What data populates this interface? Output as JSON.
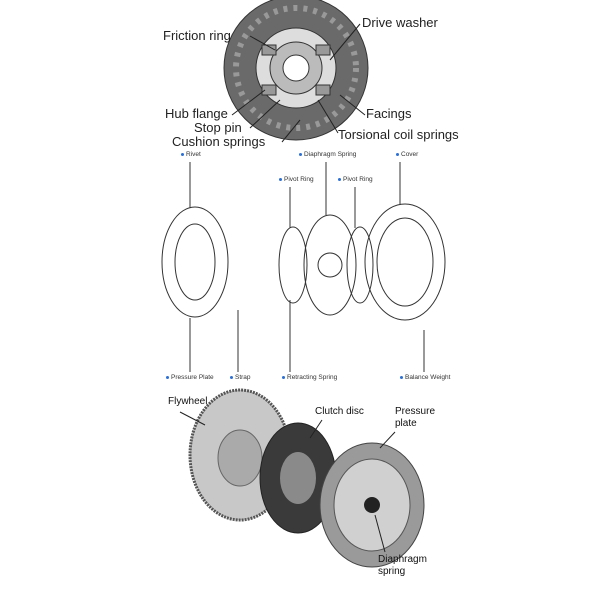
{
  "top_disc": {
    "labels": {
      "friction_ring": "Friction ring",
      "drive_washer": "Drive washer",
      "hub_flange": "Hub flange",
      "stop_pin": "Stop pin",
      "cushion_springs": "Cushion springs",
      "facings": "Facings",
      "torsional_coil_springs": "Torsional coil springs"
    }
  },
  "exploded": {
    "labels": {
      "rivet": "Rivet",
      "diaphragm_spring": "Diaphragm Spring",
      "cover": "Cover",
      "pivot_ring_1": "Pivot Ring",
      "pivot_ring_2": "Pivot Ring",
      "pressure_plate": "Pressure Plate",
      "strap": "Strap",
      "retracting_spring": "Retracting Spring",
      "balance_weight": "Balance Weight"
    },
    "dot_color": "#2a6fd6"
  },
  "assembly": {
    "labels": {
      "flywheel": "Flywheel",
      "clutch_disc": "Clutch disc",
      "pressure_plate_1": "Pressure",
      "pressure_plate_2": "plate",
      "diaphragm_spring_1": "Diaphragm",
      "diaphragm_spring_2": "spring"
    }
  }
}
